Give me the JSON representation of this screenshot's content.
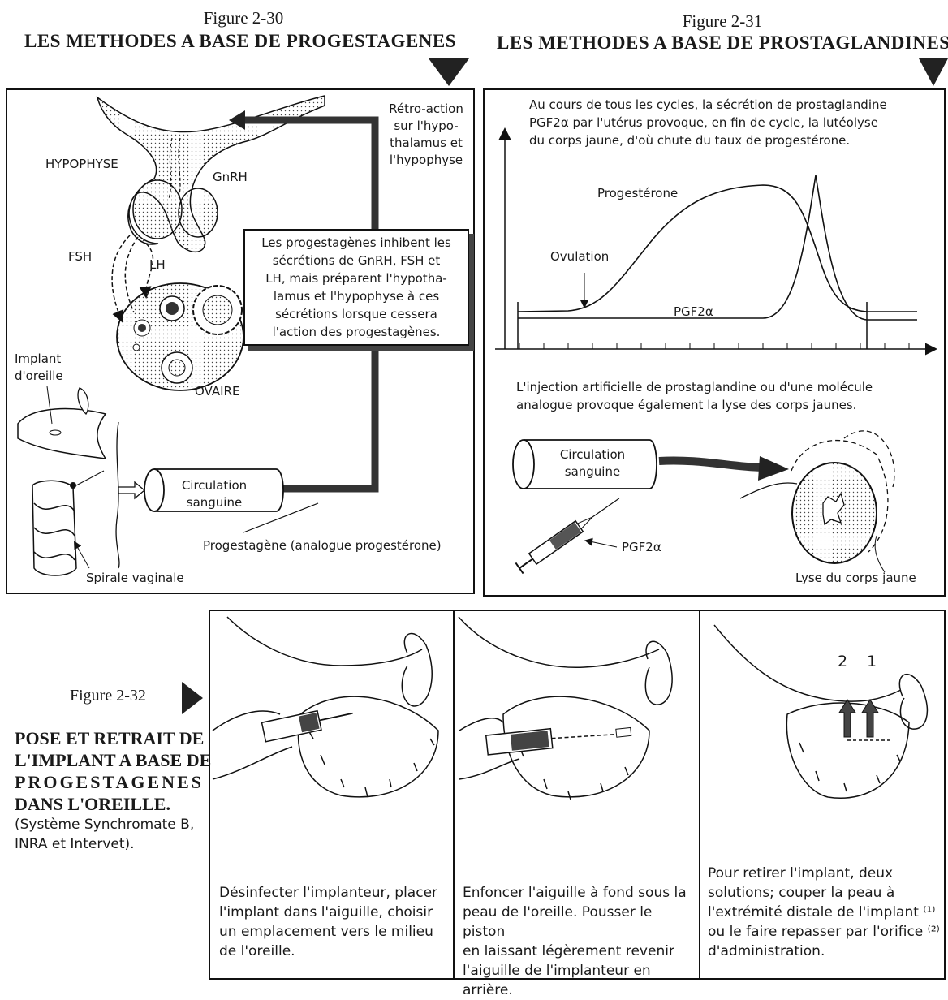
{
  "fig30": {
    "number": "Figure 2-30",
    "title": "LES METHODES A BASE DE PROGESTAGENES",
    "labels": {
      "feedback": [
        "Rétro-action",
        "sur l'hypo-",
        "thalamus et",
        "l'hypophyse"
      ],
      "hypophyse": "HYPOPHYSE",
      "gnrh": "GnRH",
      "fsh": "FSH",
      "lh": "LH",
      "ovaire": "OVAIRE",
      "implant": [
        "Implant",
        "d'oreille"
      ],
      "spirale": "Spirale vaginale",
      "circulation": [
        "Circulation",
        "sanguine"
      ],
      "progestagene": "Progestagène (analogue progestérone)"
    },
    "callout": [
      "Les progestagènes inhibent les",
      "sécrétions de GnRH, FSH et",
      "LH, mais préparent l'hypotha-",
      "lamus et l'hypophyse à ces",
      "sécrétions lorsque cessera",
      "l'action des progestagènes."
    ]
  },
  "fig31": {
    "number": "Figure 2-31",
    "title": "LES METHODES A BASE DE PROSTAGLANDINES",
    "intro": [
      "Au cours de tous les cycles, la sécrétion de prostaglandine",
      "PGF2α par l'utérus provoque, en fin de cycle, la lutéolyse",
      "du corps jaune, d'où chute du taux de progestérone."
    ],
    "curves": {
      "progesterone": "Progestérone",
      "ovulation": "Ovulation",
      "pgf": "PGF2α"
    },
    "injection": [
      "L'injection artificielle de prostaglandine ou d'une molécule",
      "analogue provoque également la lyse des corps jaunes."
    ],
    "circulation": [
      "Circulation",
      "sanguine"
    ],
    "syringe_label": "PGF2α",
    "lyse": "Lyse du corps jaune"
  },
  "fig32": {
    "number": "Figure 2-32",
    "title": [
      "POSE ET RETRAIT DE",
      "L'IMPLANT A BASE DE",
      "PROGESTAGENES",
      "DANS L'OREILLE."
    ],
    "subtitle": [
      "(Système Synchromate B,",
      "INRA et Intervet)."
    ],
    "panels": [
      {
        "caption": [
          "Désinfecter l'implanteur, placer",
          "l'implant dans l'aiguille, choisir",
          "un emplacement vers le milieu",
          "de l'oreille."
        ]
      },
      {
        "caption": [
          "Enfoncer l'aiguille à fond sous la",
          "peau de l'oreille. Pousser le piston",
          "en laissant légèrement revenir",
          "l'aiguille de l'implanteur en arrière."
        ]
      },
      {
        "caption": [
          "Pour retirer l'implant, deux",
          "solutions; couper la peau à",
          "l'extrémité distale de l'implant ⁽¹⁾",
          "ou le faire repasser par l'orifice ⁽²⁾",
          "d'administration."
        ],
        "markers": [
          "2",
          "1"
        ]
      }
    ]
  }
}
